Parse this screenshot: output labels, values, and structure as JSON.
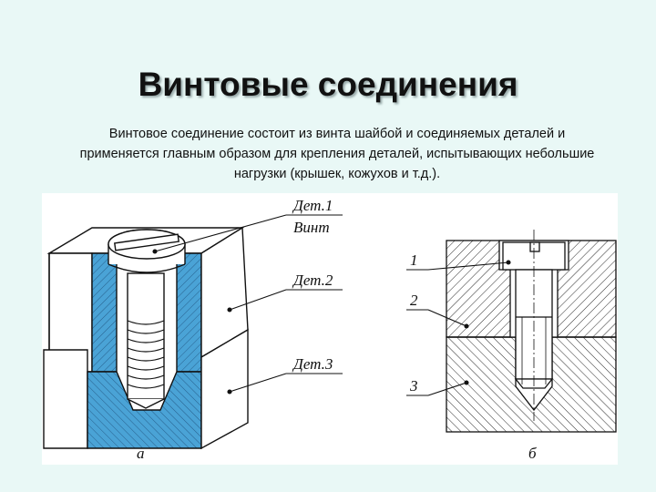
{
  "slide": {
    "title": "Винтовые соединения",
    "description": "Винтовое соединение состоит из винта шайбой и соединяемых деталей и применяется главным образом для крепления деталей, испытывающих небольшие нагрузки (крышек, кожухов и т.д.)."
  },
  "figure": {
    "left_view": {
      "labels": [
        "Дет.1",
        "Винт",
        "Дет.2",
        "Дет.3"
      ],
      "caption": "а"
    },
    "right_view": {
      "labels": [
        "1",
        "2",
        "3"
      ],
      "caption": "б"
    },
    "colors": {
      "section_fill": "#4aa3d6",
      "hatch": "#333333",
      "outline": "#111111"
    }
  }
}
